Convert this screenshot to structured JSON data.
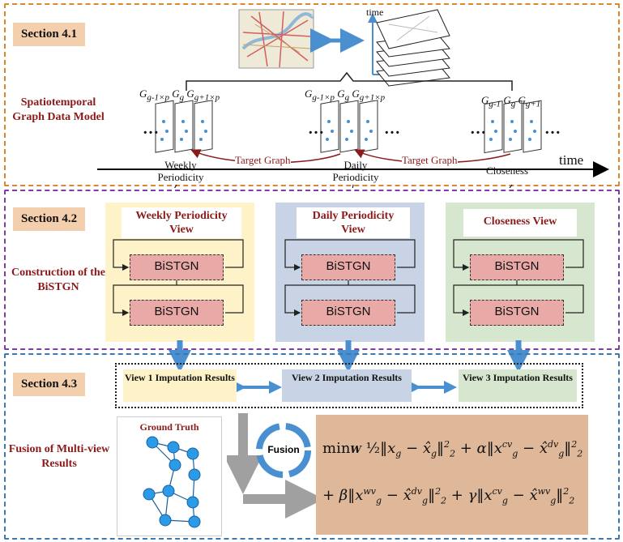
{
  "section41": {
    "tag": "Section 4.1",
    "label": "Spatiotemporal Graph Data Model",
    "time_axis": "time",
    "stack_axis": "time",
    "weekly_caption": "Weekly Periodicity",
    "daily_caption": "Daily Periodicity",
    "closeness_caption": "Closeness",
    "target_graph": "Target Graph",
    "dots": "…"
  },
  "section42": {
    "tag": "Section 4.2",
    "label": "Construction of the BiSTGN",
    "weekly_title": "Weekly Periodicity View",
    "daily_title": "Daily Periodicity View",
    "closeness_title": "Closeness View",
    "block": "BiSTGN"
  },
  "section43": {
    "tag": "Section 4.3",
    "label": "Fusion of Multi-view Results",
    "view1": "View 1 Imputation Results",
    "view2": "View 2 Imputation Results",
    "view3": "View 3 Imputation Results",
    "ground_truth": "Ground Truth",
    "fusion": "Fusion"
  },
  "colors": {
    "sec1_border": "#d9892b",
    "sec2_border": "#7b3fa0",
    "sec3_border": "#3b7ab0",
    "weekly_bg": "#fdf2c8",
    "daily_bg": "#c9d3e6",
    "closeness_bg": "#d7e6cf",
    "arrow_blue": "#4a8fd0",
    "red": "#8b1a1a"
  }
}
